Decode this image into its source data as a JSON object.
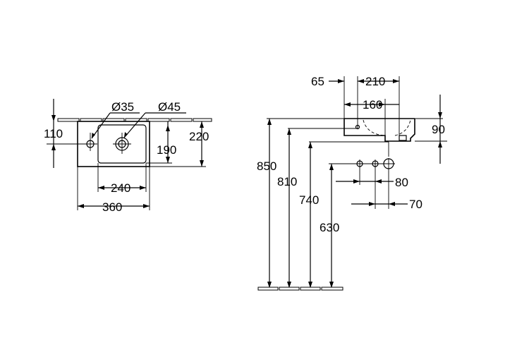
{
  "plan_view": {
    "hole_tap_diameter": "Ø35",
    "hole_waste_diameter": "Ø45",
    "tap_hole_offset": "110",
    "bowl_depth": "190",
    "total_depth": "220",
    "bowl_width": "240",
    "total_width": "360"
  },
  "side_view": {
    "tap_offset_65": "65",
    "width_210": "210",
    "width_160": "160",
    "basin_height_90": "90",
    "height_850": "850",
    "height_810": "810",
    "height_740": "740",
    "height_630": "630",
    "supply_spacing_80": "80",
    "supply_spacing_70": "70"
  }
}
